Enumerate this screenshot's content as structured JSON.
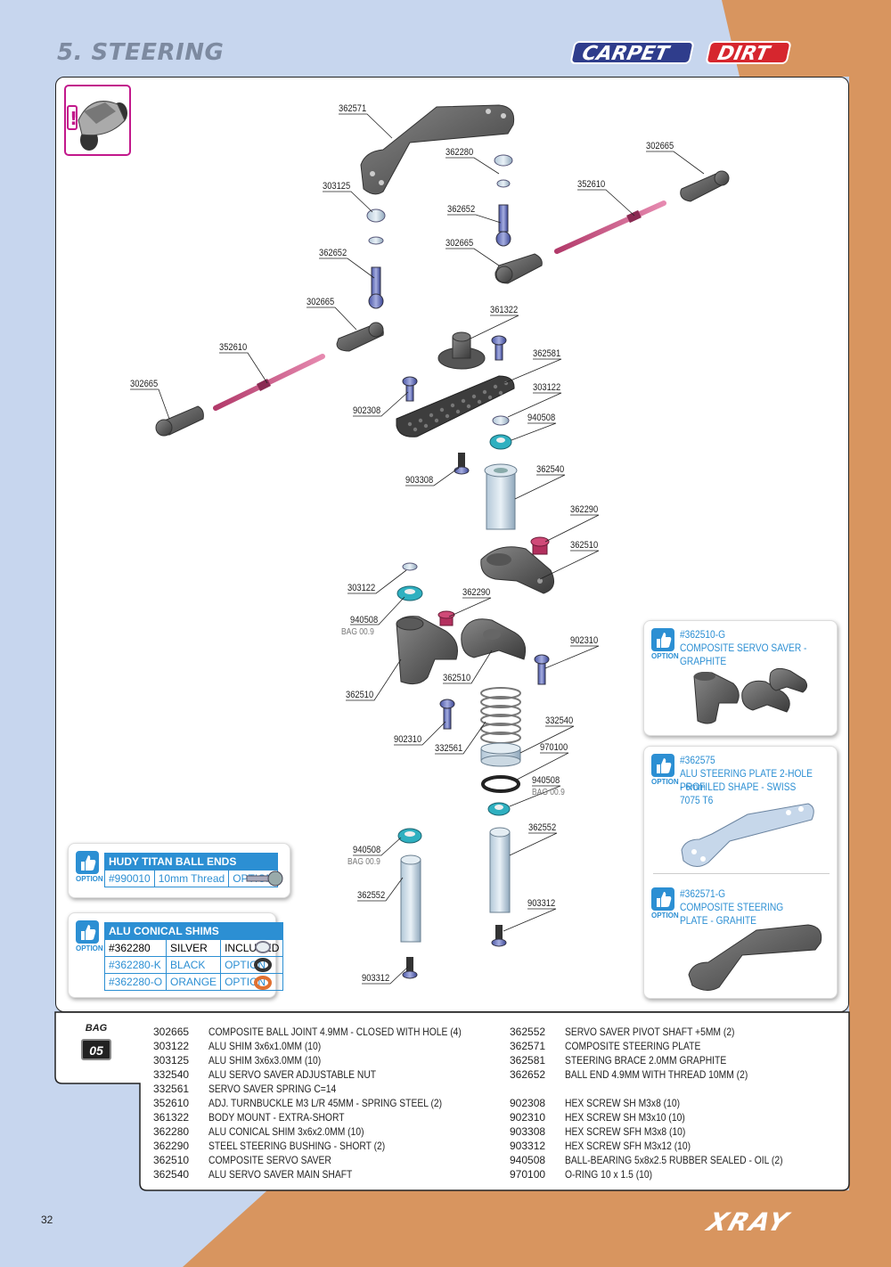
{
  "header": {
    "section_title": "5. STEERING",
    "surface_carpet": "CARPET",
    "surface_dirt": "DIRT"
  },
  "colors": {
    "background_blue": "#c7d6ee",
    "background_orange": "#d8955f",
    "option_blue": "#2c8fd3",
    "carpet_blue": "#2f3d8c",
    "dirt_red": "#d6262e"
  },
  "callouts": [
    {
      "text": "362571"
    },
    {
      "text": "362280"
    },
    {
      "text": "302665"
    },
    {
      "text": "303125"
    },
    {
      "text": "352610"
    },
    {
      "text": "362652"
    },
    {
      "text": "302665"
    },
    {
      "text": "362652"
    },
    {
      "text": "302665"
    },
    {
      "text": "361322"
    },
    {
      "text": "352610"
    },
    {
      "text": "362581"
    },
    {
      "text": "302665"
    },
    {
      "text": "303122"
    },
    {
      "text": "902308"
    },
    {
      "text": "940508"
    },
    {
      "text": "903308"
    },
    {
      "text": "362540"
    },
    {
      "text": "362290"
    },
    {
      "text": "362510"
    },
    {
      "text": "303122"
    },
    {
      "text": "362290"
    },
    {
      "text": "940508"
    },
    {
      "text": "902310"
    },
    {
      "text": "362510"
    },
    {
      "text": "362510"
    },
    {
      "text": "332540"
    },
    {
      "text": "902310"
    },
    {
      "text": "332561"
    },
    {
      "text": "970100"
    },
    {
      "text": "940508"
    },
    {
      "text": "362552"
    },
    {
      "text": "940508"
    },
    {
      "text": "362552"
    },
    {
      "text": "903312"
    },
    {
      "text": "903312"
    }
  ],
  "bag_notes": [
    "BAG 00.9",
    "BAG 00.9",
    "BAG 00.9"
  ],
  "option_label": "OPTION",
  "options_right": [
    {
      "code": "#362510-G",
      "title": "COMPOSITE SERVO SAVER - GRAPHITE"
    },
    {
      "code": "#362575",
      "title_line1": "ALU STEERING PLATE 2-HOLE - 6mm",
      "title_line2": "PROFILED SHAPE - SWISS 7075 T6"
    },
    {
      "code": "#362571-G",
      "title": "COMPOSITE STEERING PLATE - GRAHITE"
    }
  ],
  "hudy_table": {
    "title": "HUDY TITAN BALL ENDS",
    "row": [
      "#990010",
      "10mm Thread",
      "OPTION"
    ]
  },
  "shims_table": {
    "title": "ALU CONICAL SHIMS",
    "rows": [
      [
        "#362280",
        "SILVER",
        "INCLUDED"
      ],
      [
        "#362280-K",
        "BLACK",
        "OPTION"
      ],
      [
        "#362280-O",
        "ORANGE",
        "OPTION"
      ]
    ]
  },
  "bag": {
    "label": "BAG",
    "number": "05"
  },
  "parts_left": [
    {
      "code": "302665",
      "desc": "COMPOSITE BALL JOINT 4.9MM - CLOSED WITH HOLE (4)"
    },
    {
      "code": "303122",
      "desc": "ALU SHIM 3x6x1.0MM (10)"
    },
    {
      "code": "303125",
      "desc": "ALU SHIM 3x6x3.0MM (10)"
    },
    {
      "code": "332540",
      "desc": "ALU SERVO SAVER ADJUSTABLE NUT"
    },
    {
      "code": "332561",
      "desc": "SERVO SAVER SPRING C=14"
    },
    {
      "code": "352610",
      "desc": "ADJ. TURNBUCKLE M3 L/R 45MM  - SPRING STEEL (2)"
    },
    {
      "code": "361322",
      "desc": "BODY MOUNT - EXTRA-SHORT"
    },
    {
      "code": "362280",
      "desc": "ALU CONICAL SHIM 3x6x2.0MM (10)"
    },
    {
      "code": "362290",
      "desc": "STEEL STEERING BUSHING - SHORT (2)"
    },
    {
      "code": "362510",
      "desc": "COMPOSITE SERVO SAVER"
    },
    {
      "code": "362540",
      "desc": "ALU SERVO SAVER MAIN SHAFT"
    }
  ],
  "parts_right": [
    {
      "code": "362552",
      "desc": "SERVO SAVER PIVOT SHAFT +5MM (2)"
    },
    {
      "code": "362571",
      "desc": "COMPOSITE STEERING PLATE"
    },
    {
      "code": "362581",
      "desc": "STEERING BRACE 2.0MM GRAPHITE"
    },
    {
      "code": "362652",
      "desc": "BALL END 4.9MM WITH THREAD 10MM (2)"
    },
    {
      "code": "",
      "desc": ""
    },
    {
      "code": "902308",
      "desc": "HEX SCREW  SH M3x8  (10)"
    },
    {
      "code": "902310",
      "desc": "HEX SCREW  SH M3x10  (10)"
    },
    {
      "code": "903308",
      "desc": "HEX SCREW  SFH M3x8  (10)"
    },
    {
      "code": "903312",
      "desc": "HEX SCREW  SFH M3x12  (10)"
    },
    {
      "code": "940508",
      "desc": "BALL-BEARING 5x8x2.5 RUBBER SEALED - OIL (2)"
    },
    {
      "code": "970100",
      "desc": "O-RING 10 x 1.5  (10)"
    }
  ],
  "footer": {
    "page_number": "32",
    "logo": "XRAY"
  }
}
